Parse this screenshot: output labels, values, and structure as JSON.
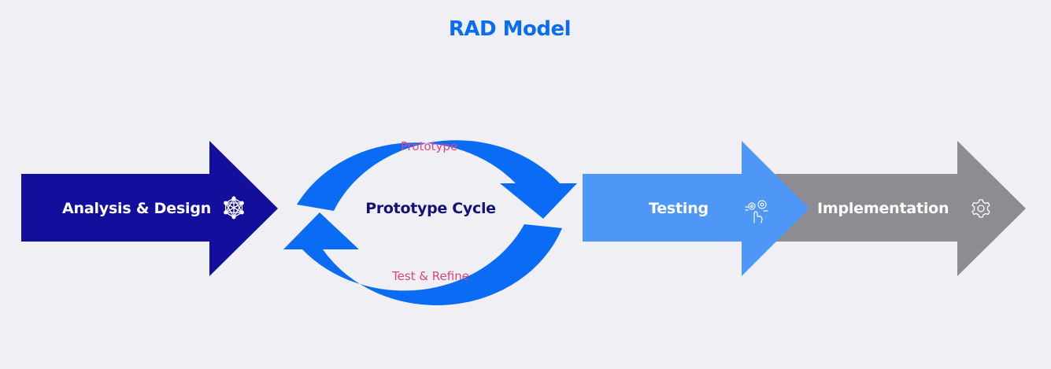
{
  "title": "RAD Model",
  "colors": {
    "background": "#f0f0f4",
    "title": "#0a6cf5",
    "analysis": "#130e9c",
    "cycle": "#0a6cf5",
    "testing": "#4f97f7",
    "implementation": "#8c8c91",
    "cycle_label": "#14127a",
    "cycle_sublabel": "#e0447e"
  },
  "stages": {
    "analysis": {
      "label": "Analysis & Design",
      "icon": "network-icon"
    },
    "testing": {
      "label": "Testing",
      "icon": "gears-hand-icon"
    },
    "implementation": {
      "label": "Implementation",
      "icon": "gear-icon"
    }
  },
  "cycle": {
    "label": "Prototype Cycle",
    "top_label": "Prototype",
    "bottom_label": "Test & Refine"
  }
}
